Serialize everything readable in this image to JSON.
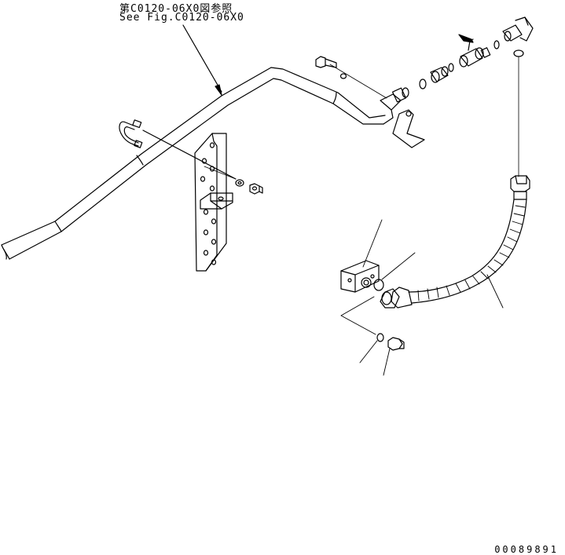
{
  "reference": {
    "japanese": "第C0120-06X0図参照",
    "english": "See Fig.C0120-06X0"
  },
  "drawing_number": "00089891",
  "colors": {
    "line": "#000000",
    "background": "#ffffff"
  }
}
